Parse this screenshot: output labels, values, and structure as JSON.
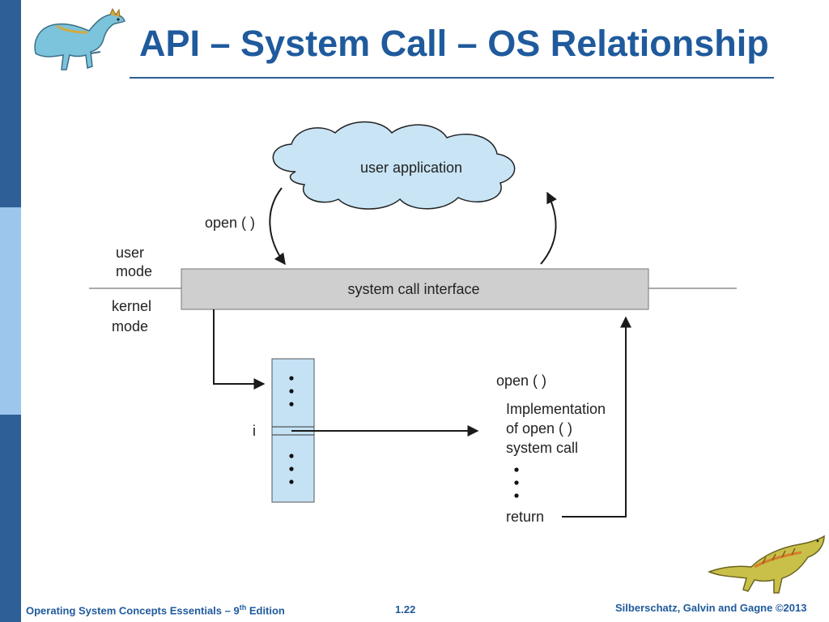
{
  "slide": {
    "title": "API – System Call – OS Relationship",
    "footer": {
      "book_prefix": "Operating System Concepts Essentials – 9",
      "book_sup": "th",
      "book_suffix": " Edition",
      "page_number": "1.22",
      "copyright": "Silberschatz, Galvin and Gagne ©2013"
    }
  },
  "diagram": {
    "user_application": "user application",
    "open_call": "open ( )",
    "user_mode": [
      "user",
      "mode"
    ],
    "kernel_mode": [
      "kernel",
      "mode"
    ],
    "system_call_interface": "system call interface",
    "table_index": "i",
    "implementation": {
      "header": "open ( )",
      "lines": [
        "Implementation",
        "of open ( )",
        "system call"
      ],
      "return_label": "return"
    }
  },
  "colors": {
    "title_blue": "#1f5a9c",
    "left_bar_dark": "#2e5f96",
    "left_bar_light": "#9cc6ec",
    "cloud_fill": "#c8e4f5",
    "table_fill": "#c5e2f5",
    "interface_fill": "#cfcfcf"
  },
  "icons": {
    "top_left": "dinosaur-mascot-icon",
    "bottom_right": "dinosaur-mascot-icon"
  }
}
